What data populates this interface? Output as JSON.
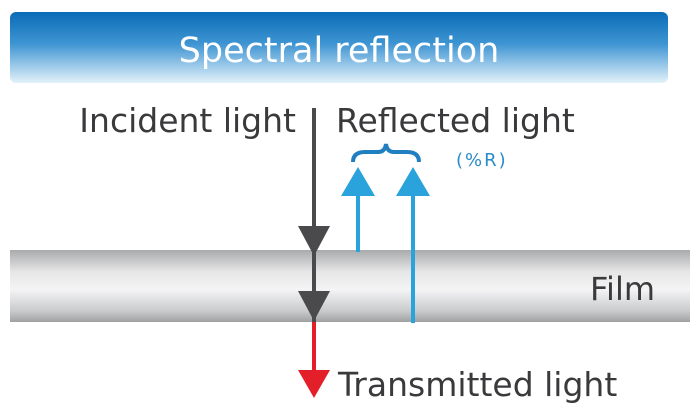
{
  "title": "Spectral reflection",
  "labels": {
    "incident": "Incident light",
    "reflected": "Reflected light",
    "percent_r": "(%R)",
    "film": "Film",
    "transmitted": "Transmitted light"
  },
  "colors": {
    "banner_top": "#0a6cb7",
    "banner_bottom": "#e3f2fa",
    "incident_arrow": "#4a4a4c",
    "reflected_arrow": "#2aa3dc",
    "transmitted_arrow": "#e3202a",
    "text": "#3a3a3c",
    "percent_text": "#2a8cc8"
  }
}
